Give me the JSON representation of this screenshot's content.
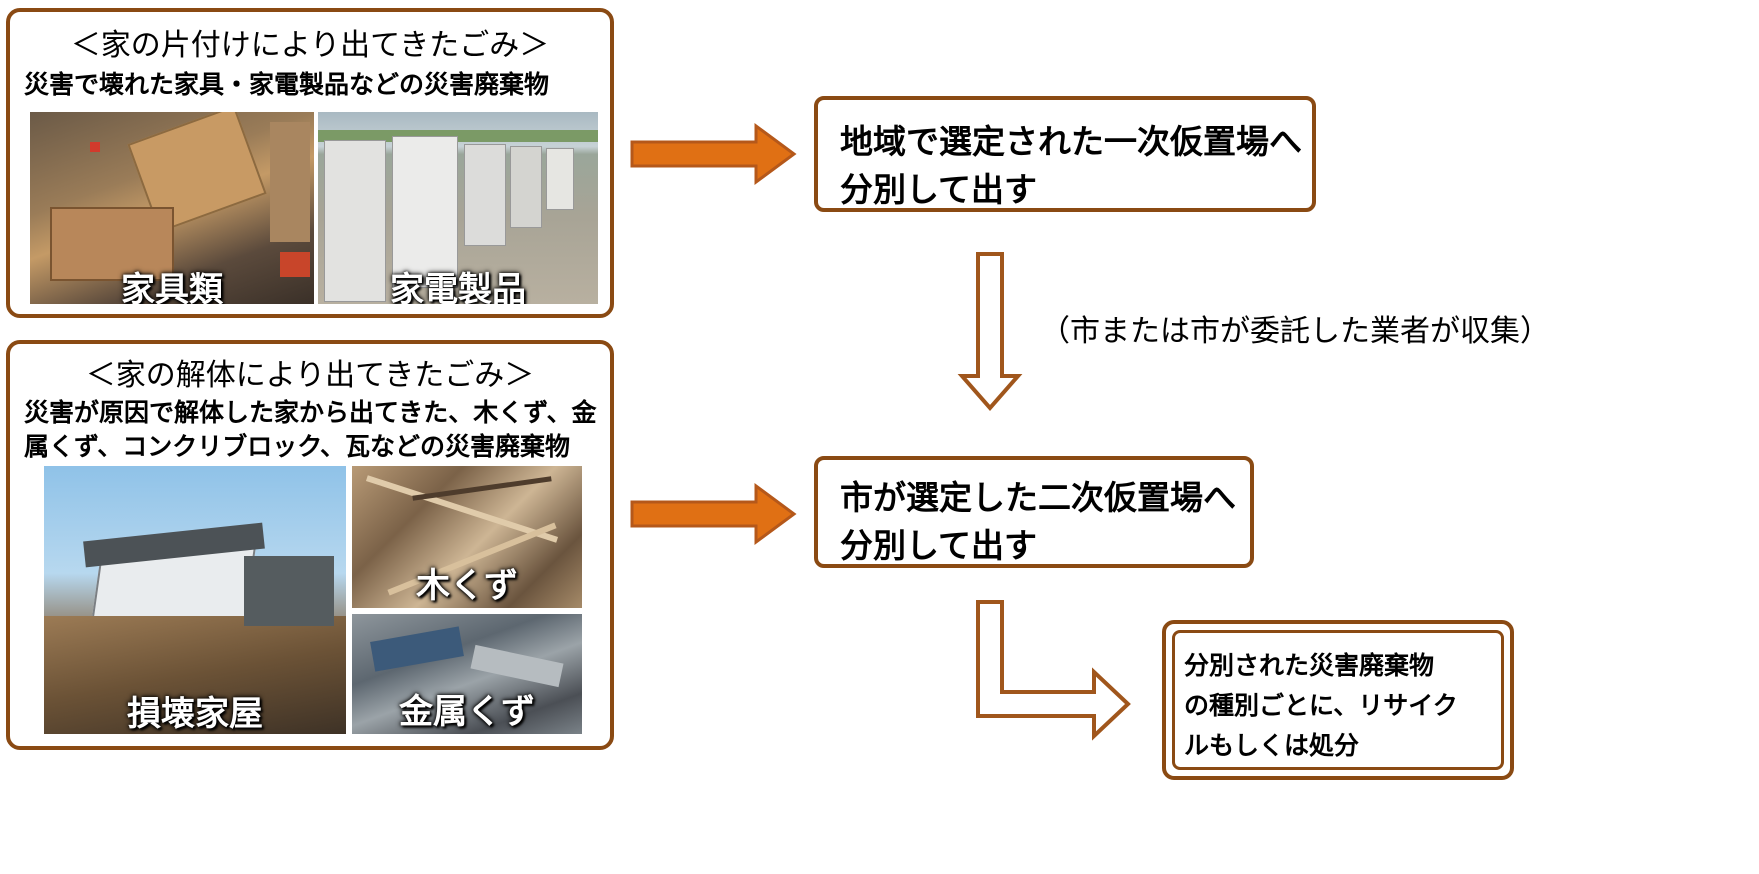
{
  "source_box_1": {
    "title": "＜家の片付けにより出てきたごみ＞",
    "description": "災害で壊れた家具・家電製品などの災害廃棄物",
    "photos": [
      {
        "caption": "家具類"
      },
      {
        "caption": "家電製品"
      }
    ]
  },
  "source_box_2": {
    "title": "＜家の解体により出てきたごみ＞",
    "description_lines": [
      "災害が原因で解体した家から出てきた、木くず、金",
      "属くず、コンクリブロック、瓦などの災害廃棄物"
    ],
    "photos": [
      {
        "caption": "損壊家屋"
      },
      {
        "caption": "木くず"
      },
      {
        "caption": "金属くず"
      }
    ]
  },
  "primary_site": {
    "lines": [
      "地域で選定された一次仮置場へ",
      "分別して出す"
    ]
  },
  "collection_note": "（市または市が委託した業者が収集）",
  "secondary_site": {
    "lines": [
      "市が選定した二次仮置場へ",
      "分別して出す"
    ]
  },
  "final_step": {
    "lines": [
      "分別された災害廃棄物",
      "の種別ごとに、リサイク",
      "ルもしくは処分"
    ]
  },
  "colors": {
    "border_brown": "#8a4a13",
    "arrow_orange": "#e07014",
    "outline_arrow": "#a0561c"
  }
}
